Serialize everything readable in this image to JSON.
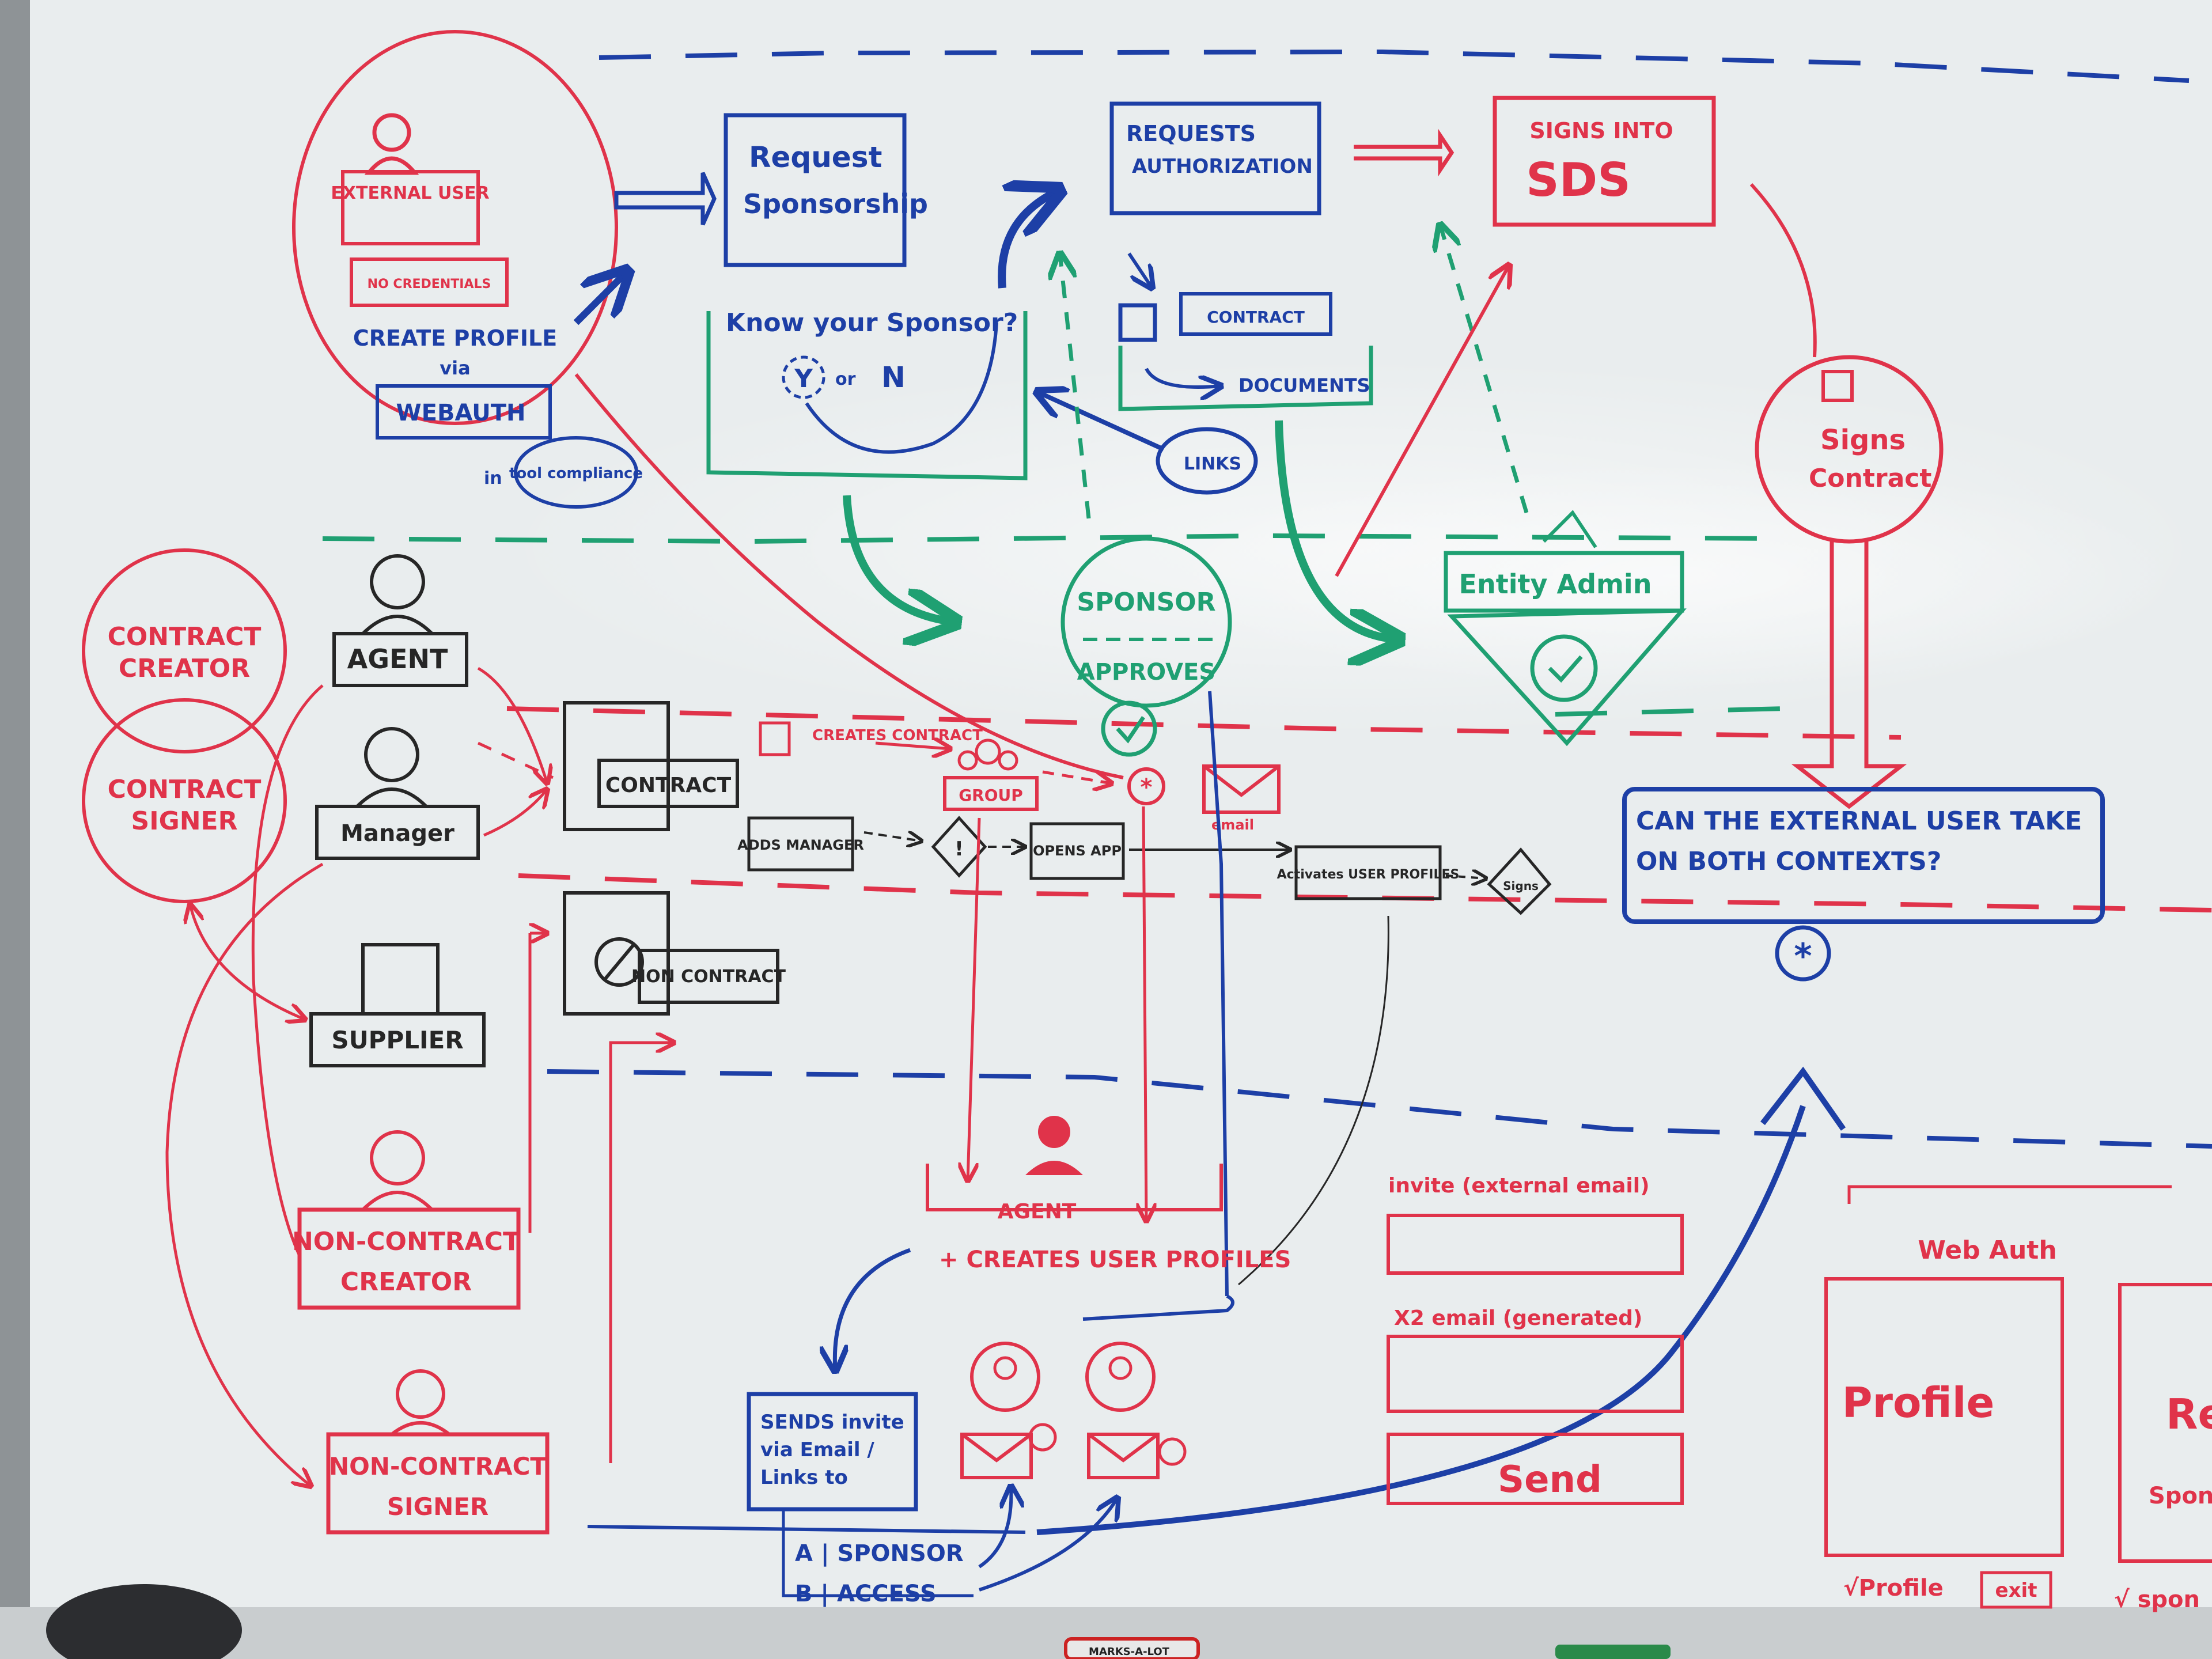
{
  "colors": {
    "board": "#e9edee",
    "frame": "#8e9396",
    "tray": "#c9cdcf",
    "red": "#e0334a",
    "blue": "#1d3fa6",
    "green": "#1fa072",
    "black": "#262626"
  },
  "top": {
    "external_user": "EXTERNAL USER",
    "no_credentials": "NO CREDENTIALS",
    "create_profile": "CREATE PROFILE",
    "via": "via",
    "webauth": "WEBAUTH",
    "in": "in",
    "tool_compliance": "tool compliance",
    "request_sponsorship_1": "Request",
    "request_sponsorship_2": "Sponsorship",
    "know_sponsor": "Know your Sponsor?",
    "y": "Y",
    "or": "or",
    "n": "N",
    "requests_authorization_1": "REQUESTS",
    "requests_authorization_2": "AUTHORIZATION",
    "contract": "CONTRACT",
    "documents": "DOCUMENTS",
    "links": "LINKS",
    "signs_into": "SIGNS INTO",
    "sds": "SDS",
    "signs_contract_1": "Signs",
    "signs_contract_2": "Contract",
    "sponsor": "SPONSOR",
    "approves": "APPROVES",
    "entity_admin": "Entity Admin"
  },
  "middle": {
    "contract_creator": "CONTRACT CREATOR",
    "contract_signer": "CONTRACT SIGNER",
    "agent": "AGENT",
    "manager": "Manager",
    "supplier": "SUPPLIER",
    "contract": "CONTRACT",
    "non_contract": "NON CONTRACT",
    "creates_contract": "CREATES CONTRACT",
    "group": "GROUP",
    "email": "email",
    "adds_manager": "ADDS MANAGER",
    "opens_app": "OPENS APP",
    "activates_user_profiles": "Activates USER PROFILES",
    "signs": "Signs",
    "question": "CAN THE EXTERNAL USER TAKE ON BOTH CONTEXTS?"
  },
  "bottom": {
    "non_contract_creator": "NON-CONTRACT CREATOR",
    "non_contract_signer": "NON-CONTRACT SIGNER",
    "agent": "AGENT",
    "creates_user_profiles": "+ CREATES USER PROFILES",
    "sends_invite": "SENDS invite via Email / Links to",
    "a_sponsor": "A | SPONSOR",
    "b_access": "B | ACCESS",
    "invite_external_email": "invite (external email)",
    "x2_email_generated": "X2 email (generated)",
    "send": "Send",
    "web_auth": "Web Auth",
    "profile": "Profile",
    "check_profile": "√Profile",
    "exit": "exit",
    "re": "Re",
    "spon": "Spon",
    "check_partial": "√ spon"
  },
  "tray": {
    "marker_label": "MARKS-A-LOT"
  }
}
